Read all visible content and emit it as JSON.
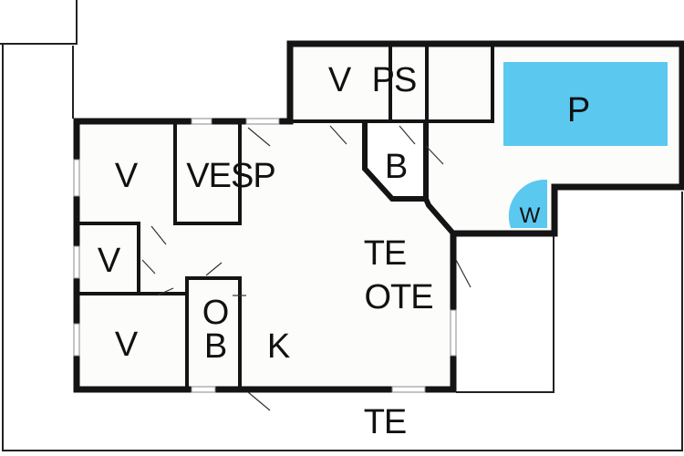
{
  "plan": {
    "rooms": [
      {
        "id": "v1",
        "label": "V"
      },
      {
        "id": "vesp",
        "label": "VESP"
      },
      {
        "id": "v2",
        "label": "V"
      },
      {
        "id": "v3",
        "label": "V"
      },
      {
        "id": "o",
        "label": "O"
      },
      {
        "id": "b1",
        "label": "B"
      },
      {
        "id": "k",
        "label": "K"
      },
      {
        "id": "te_inner",
        "label": "TE"
      },
      {
        "id": "ote",
        "label": "OTE"
      },
      {
        "id": "v_top",
        "label": "V"
      },
      {
        "id": "ps",
        "label": "PS"
      },
      {
        "id": "b2",
        "label": "B"
      },
      {
        "id": "p",
        "label": "P"
      },
      {
        "id": "w",
        "label": "W"
      },
      {
        "id": "te_outer",
        "label": "TE"
      }
    ],
    "colors": {
      "wall": "#141414",
      "floor": "#fcfcfa",
      "pool": "#5bc8f0"
    }
  }
}
